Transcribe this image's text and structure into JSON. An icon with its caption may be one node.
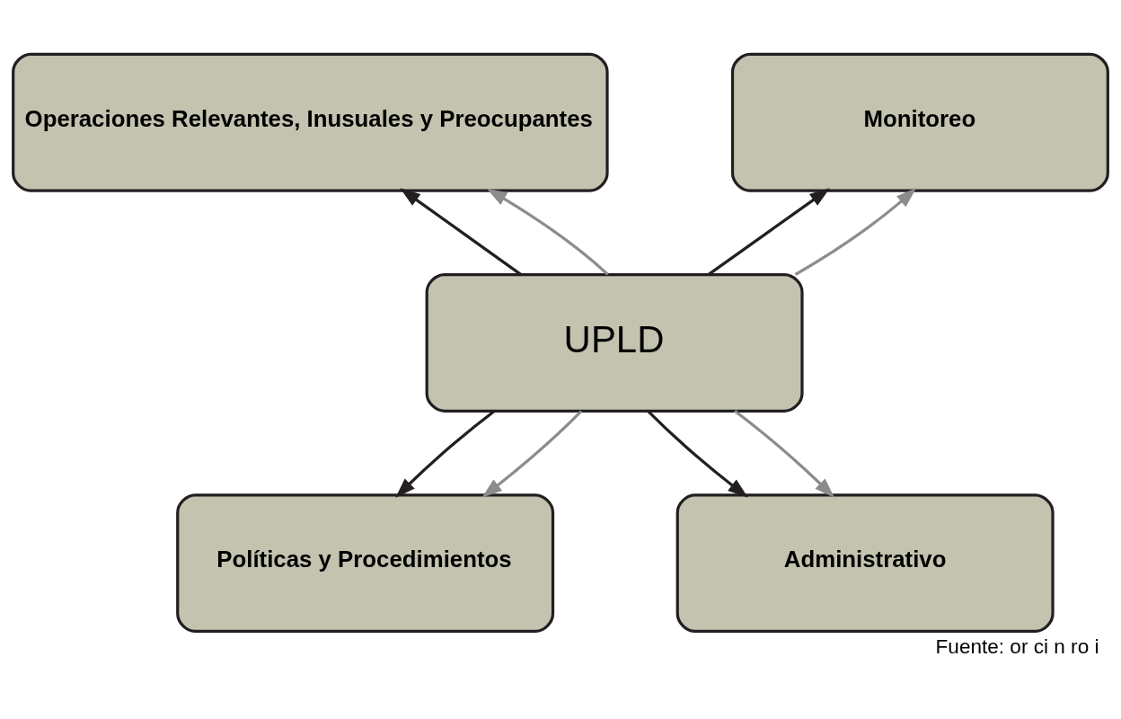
{
  "diagram": {
    "caption": "Fuente: or ci n ro i",
    "nodes": [
      {
        "text": [
          "Operaciones Relevantes, Inusuales y Preocupantes"
        ]
      },
      {
        "text": [
          "Monitoreo"
        ]
      },
      {
        "text": [
          "UPLD"
        ]
      },
      {
        "text": [
          "Políticas y Procedimientos"
        ]
      },
      {
        "text": [
          "Administrativo"
        ]
      }
    ],
    "edges": [
      {
        "from": 2,
        "to": 0,
        "arrow": "to",
        "color": "#231f20"
      },
      {
        "from": 2,
        "to": 1,
        "arrow": "to",
        "color": "#231f20"
      },
      {
        "from": 2,
        "to": 0,
        "arrow": "to",
        "color": "#8c8c8c"
      },
      {
        "from": 2,
        "to": 1,
        "arrow": "to",
        "color": "#8c8c8c"
      },
      {
        "from": 2,
        "to": 3,
        "arrow": "to",
        "color": "#231f20"
      },
      {
        "from": 2,
        "to": 4,
        "arrow": "to",
        "color": "#231f20"
      },
      {
        "from": 2,
        "to": 3,
        "arrow": "to",
        "color": "#8c8c8c"
      },
      {
        "from": 2,
        "to": 4,
        "arrow": "to",
        "color": "#8c8c8c"
      }
    ]
  }
}
